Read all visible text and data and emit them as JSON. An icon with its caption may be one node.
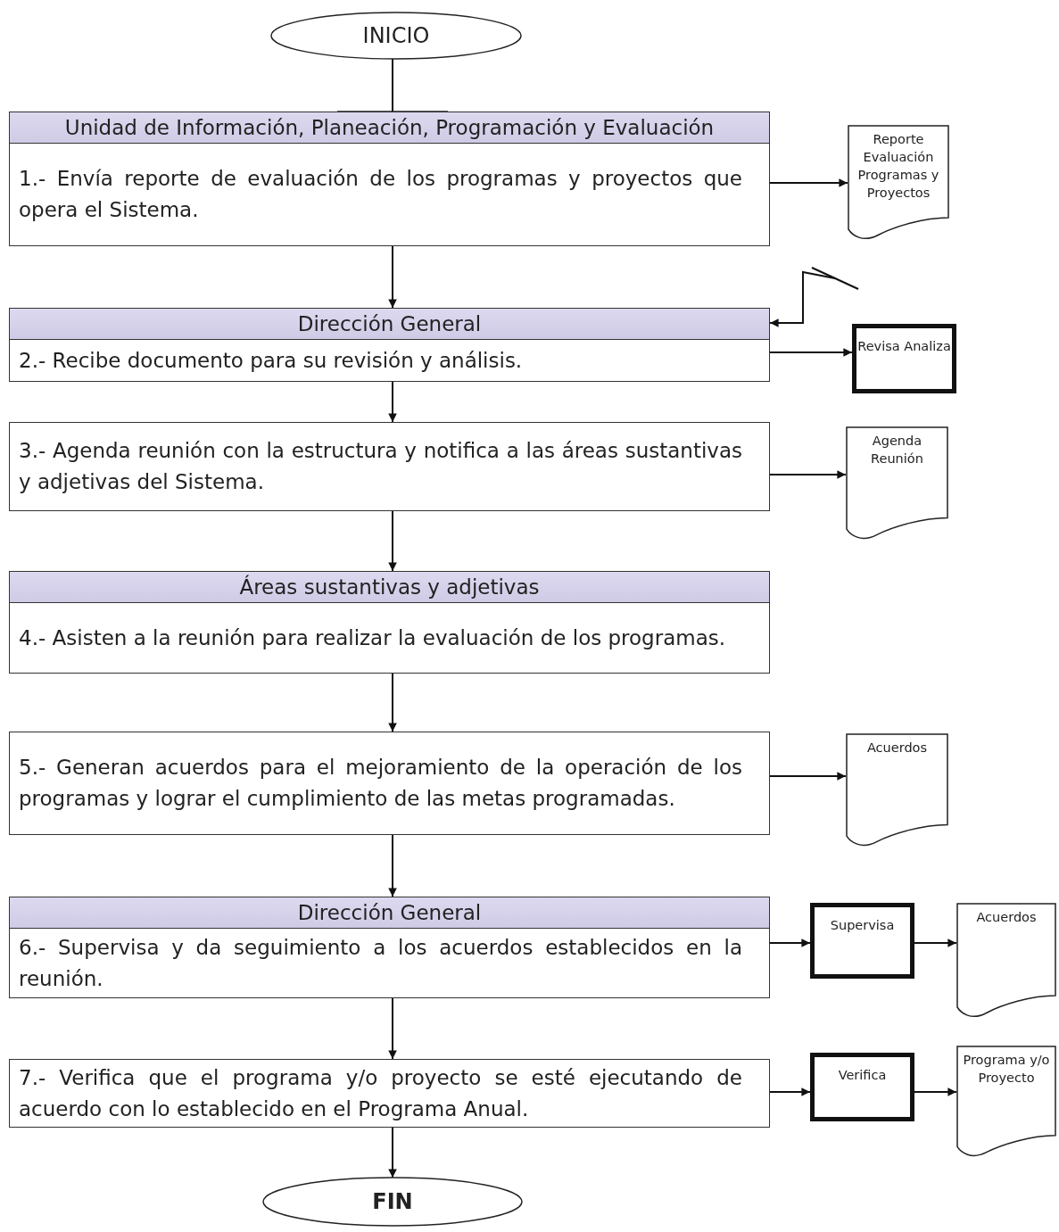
{
  "diagram": {
    "nodes": [
      {
        "text": [
          "INICIO"
        ]
      },
      {
        "text": [
          "Unidad de Información, Planeación, Programación y Evaluación",
          "1.- Envía reporte de evaluación de los programas y proyectos que opera el Sistema."
        ]
      },
      {
        "text": [
          "Reporte Evaluación Programas y Proyectos"
        ]
      },
      {
        "text": [
          "Dirección General",
          "2.- Recibe documento para su revisión y análisis."
        ]
      },
      {
        "text": [
          "Revisa Analiza"
        ]
      },
      {
        "text": [
          "3.- Agenda reunión con la estructura y notifica a las áreas sustantivas y adjetivas del Sistema."
        ]
      },
      {
        "text": [
          "Agenda Reunión"
        ]
      },
      {
        "text": [
          "Áreas sustantivas y adjetivas",
          "4.- Asisten a la reunión para realizar la evaluación de los programas."
        ]
      },
      {
        "text": [
          "5.- Generan acuerdos para el mejoramiento de la operación de los programas y lograr el cumplimiento de las metas programadas."
        ]
      },
      {
        "text": [
          "Acuerdos"
        ]
      },
      {
        "text": [
          "Dirección General",
          "6.- Supervisa y da seguimiento a los acuerdos establecidos en la reunión."
        ]
      },
      {
        "text": [
          "Supervisa"
        ]
      },
      {
        "text": [
          "Acuerdos"
        ]
      },
      {
        "text": [
          "7.- Verifica que el programa y/o proyecto se esté ejecutando de acuerdo con lo establecido en el Programa Anual."
        ]
      },
      {
        "text": [
          "Verifica"
        ]
      },
      {
        "text": [
          "Programa y/o Proyecto"
        ]
      },
      {
        "text": [
          "FIN"
        ]
      }
    ],
    "edges": [
      {
        "from": 0,
        "to": 1,
        "arrow": "other"
      },
      {
        "from": 1,
        "to": 2,
        "arrow": "to"
      },
      {
        "from": 1,
        "to": 3,
        "arrow": "to"
      },
      {
        "from": null,
        "to": 3,
        "arrow": "to"
      },
      {
        "from": 3,
        "to": 4,
        "arrow": "to"
      },
      {
        "from": 3,
        "to": 5,
        "arrow": "to"
      },
      {
        "from": 5,
        "to": 6,
        "arrow": "to"
      },
      {
        "from": 5,
        "to": 7,
        "arrow": "to"
      },
      {
        "from": 7,
        "to": 8,
        "arrow": "to"
      },
      {
        "from": 8,
        "to": 9,
        "arrow": "to"
      },
      {
        "from": 8,
        "to": 10,
        "arrow": "to"
      },
      {
        "from": 10,
        "to": 11,
        "arrow": "to"
      },
      {
        "from": 11,
        "to": 12,
        "arrow": "to"
      },
      {
        "from": 10,
        "to": 13,
        "arrow": "to"
      },
      {
        "from": 13,
        "to": 14,
        "arrow": "to"
      },
      {
        "from": 14,
        "to": 15,
        "arrow": "to"
      },
      {
        "from": 13,
        "to": 16,
        "arrow": "to"
      }
    ]
  }
}
